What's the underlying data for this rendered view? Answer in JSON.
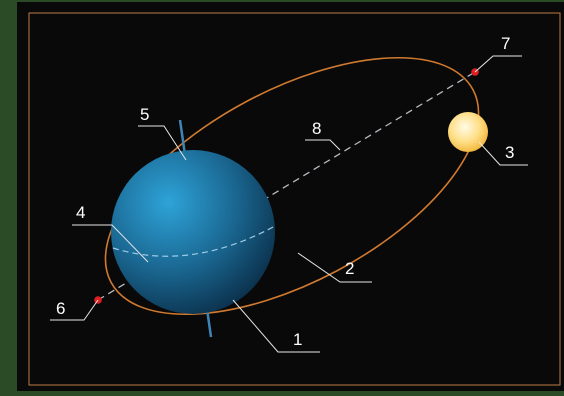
{
  "colors": {
    "page_bg": "#2b4a26",
    "panel_bg": "#090909",
    "panel_border": "#c07a45",
    "orbit": "#d07a30",
    "globe": "#1f6e96",
    "sun": "#ffd466",
    "perigee_apogee_points": "#e02020",
    "label_text": "#ffffff"
  },
  "labels": {
    "l1": "1",
    "l2": "2",
    "l3": "3",
    "l4": "4",
    "l5": "5",
    "l6": "6",
    "l7": "7",
    "l8": "8"
  }
}
